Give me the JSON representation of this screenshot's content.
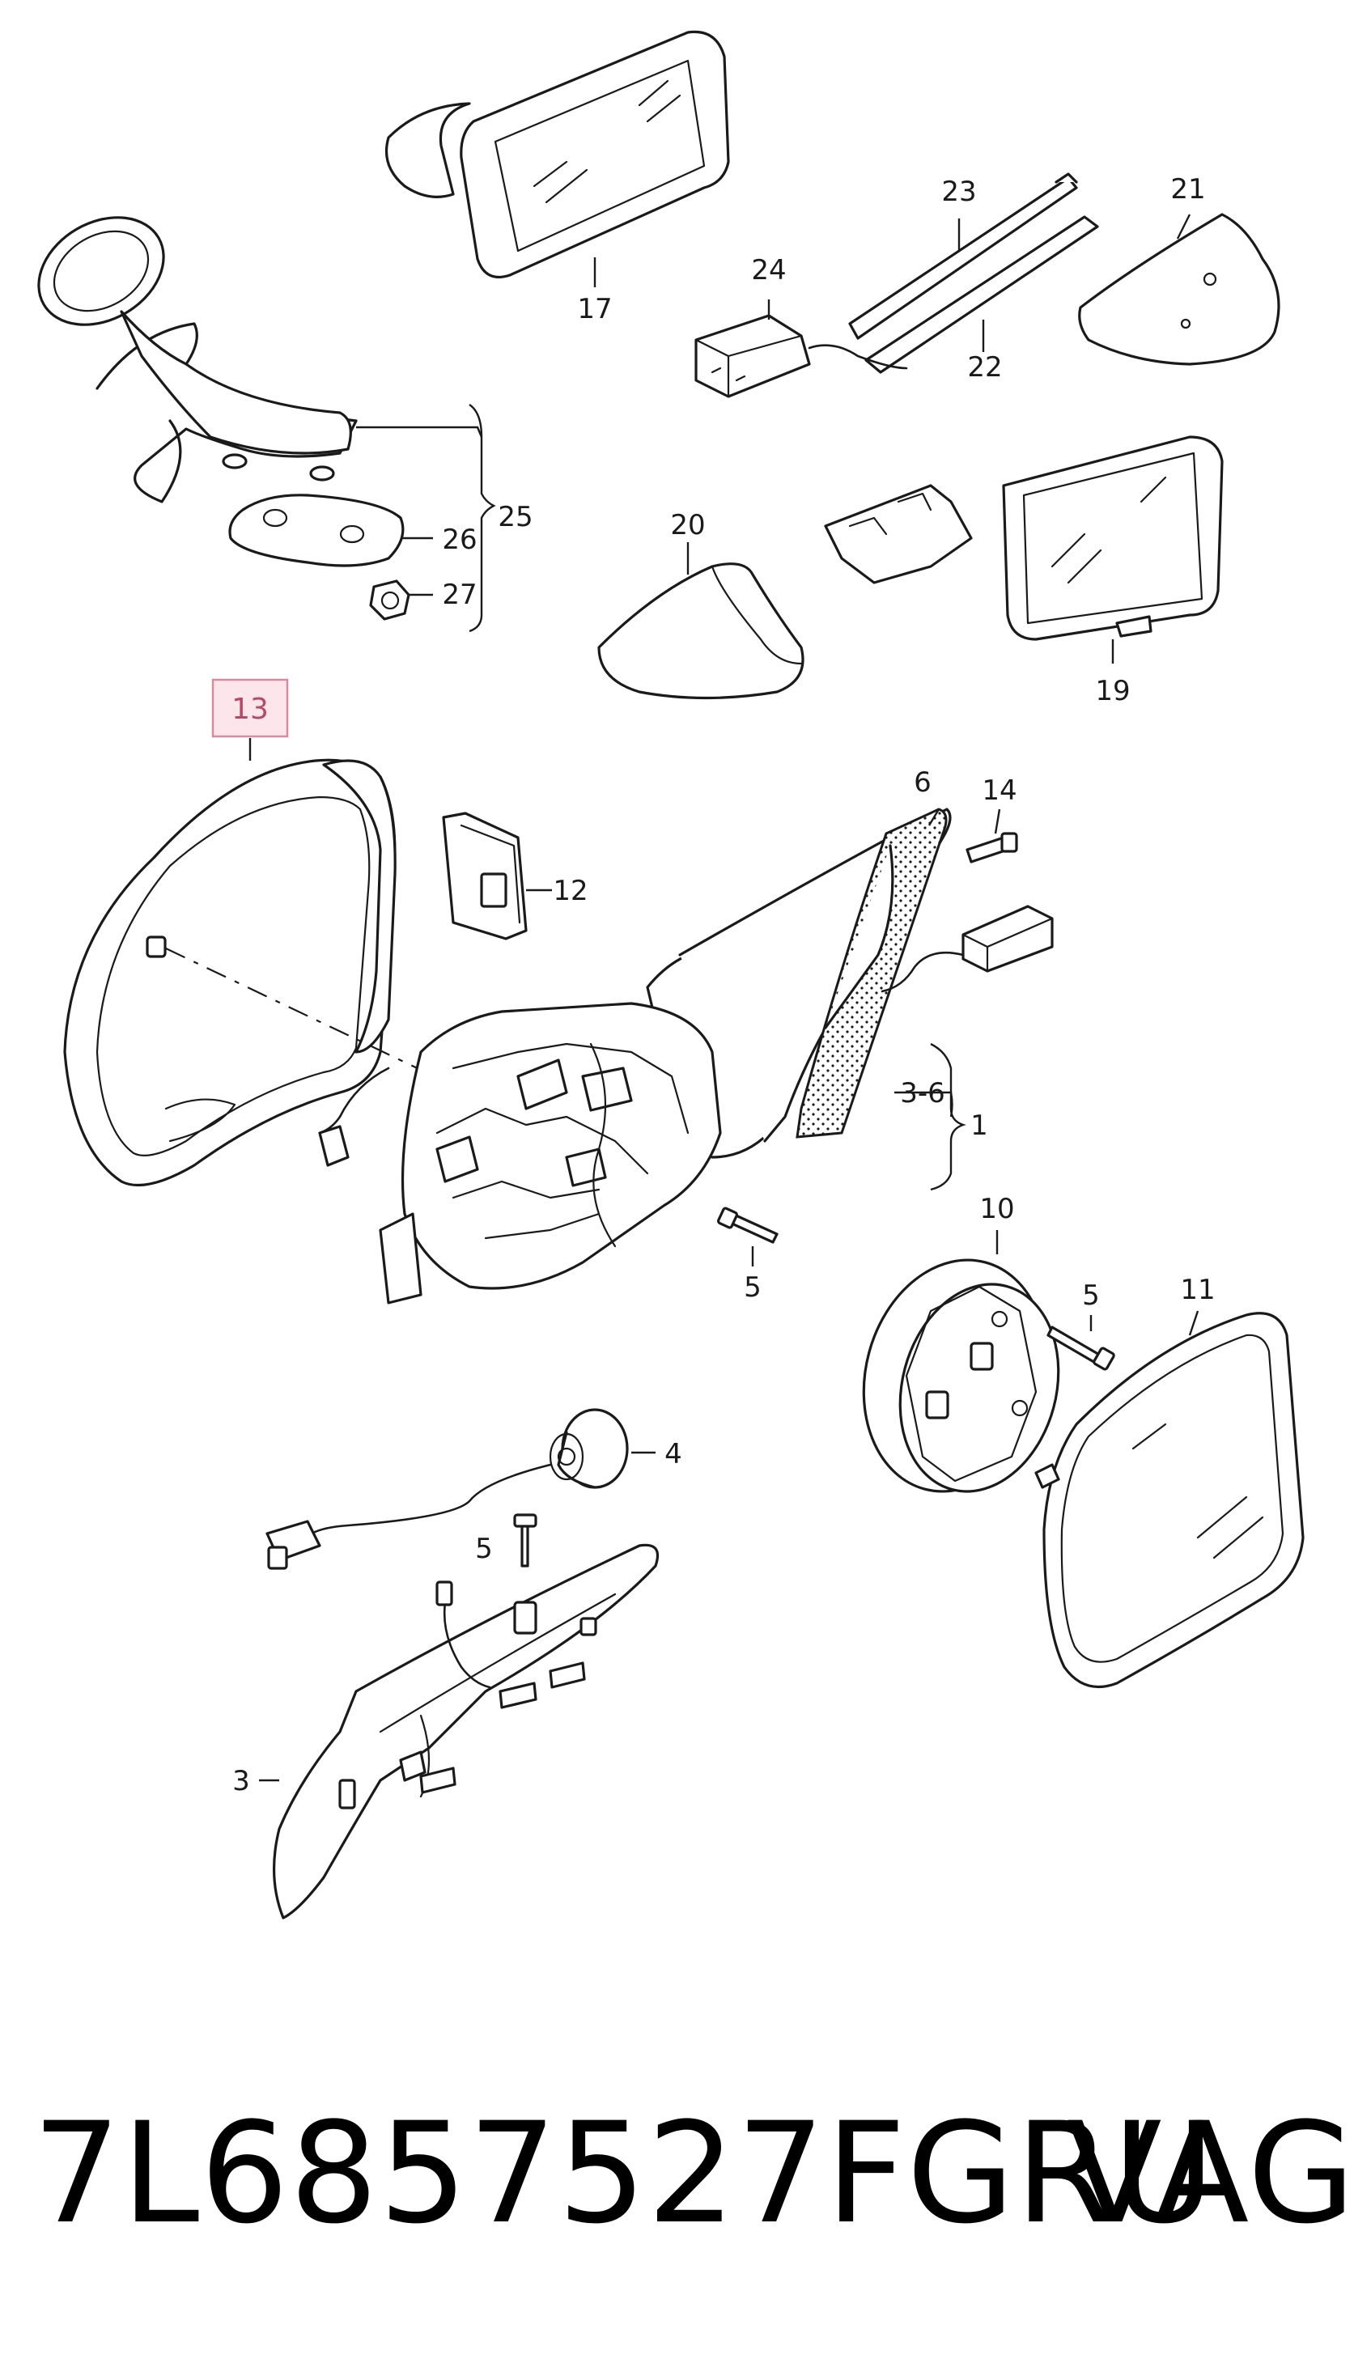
{
  "diagram": {
    "callouts": {
      "c1": "1",
      "c3": "3",
      "c3_6": "3-6",
      "c4": "4",
      "c5a": "5",
      "c5b": "5",
      "c5c": "5",
      "c6": "6",
      "c10": "10",
      "c11": "11",
      "c12": "12",
      "c13": "13",
      "c14": "14",
      "c17": "17",
      "c19": "19",
      "c20": "20",
      "c21": "21",
      "c22": "22",
      "c23": "23",
      "c24": "24",
      "c25": "25",
      "c26": "26",
      "c27": "27"
    },
    "highlighted_callout": "13",
    "highlight_color": "#fce6ec"
  },
  "footer": {
    "part_number": "7L6857527FGRU",
    "brand": "VAG"
  }
}
